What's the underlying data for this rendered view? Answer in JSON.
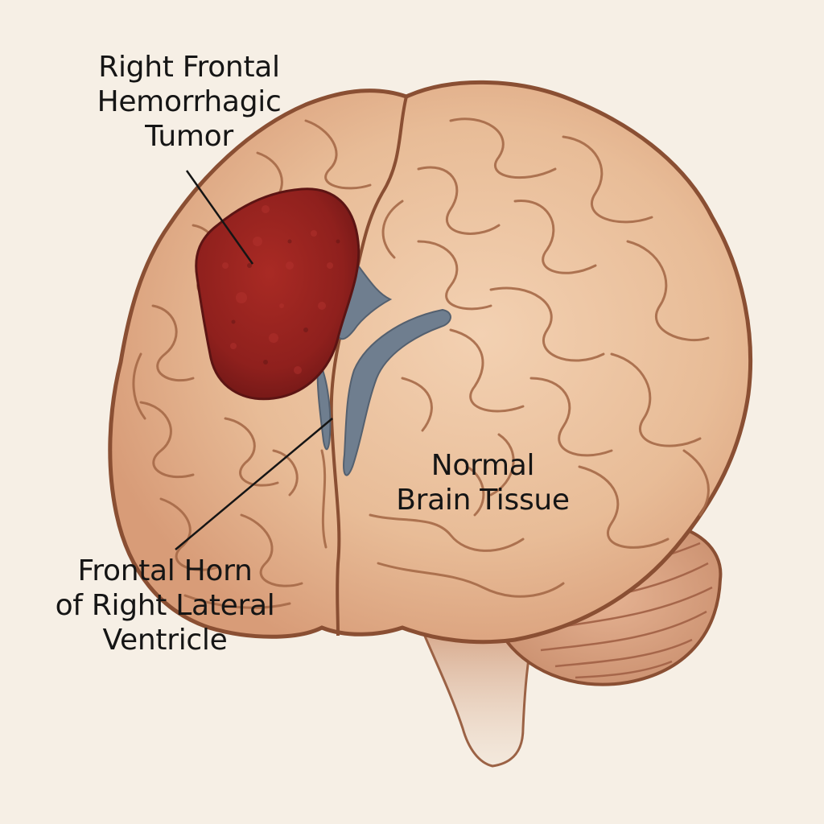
{
  "labels": {
    "tumor": "Right Frontal\nHemorrhagic\nTumor",
    "normal_tissue": "Normal\nBrain Tissue",
    "ventricle": "Frontal Horn\nof Right Lateral\nVentricle"
  },
  "colors": {
    "background": "#f6efe5",
    "brain_tissue": "#e7b893",
    "brain_outline": "#8a4f33",
    "sulci": "#a66a48",
    "tumor": "#931f1d",
    "ventricle": "#6f7e8f",
    "cerebellum": "#dca485",
    "brainstem": "#d7a685",
    "leader_line": "#151515"
  },
  "icons": {
    "brain": "brain-illustration",
    "tumor": "hemorrhagic-tumor-mass",
    "ventricle": "lateral-ventricle"
  }
}
